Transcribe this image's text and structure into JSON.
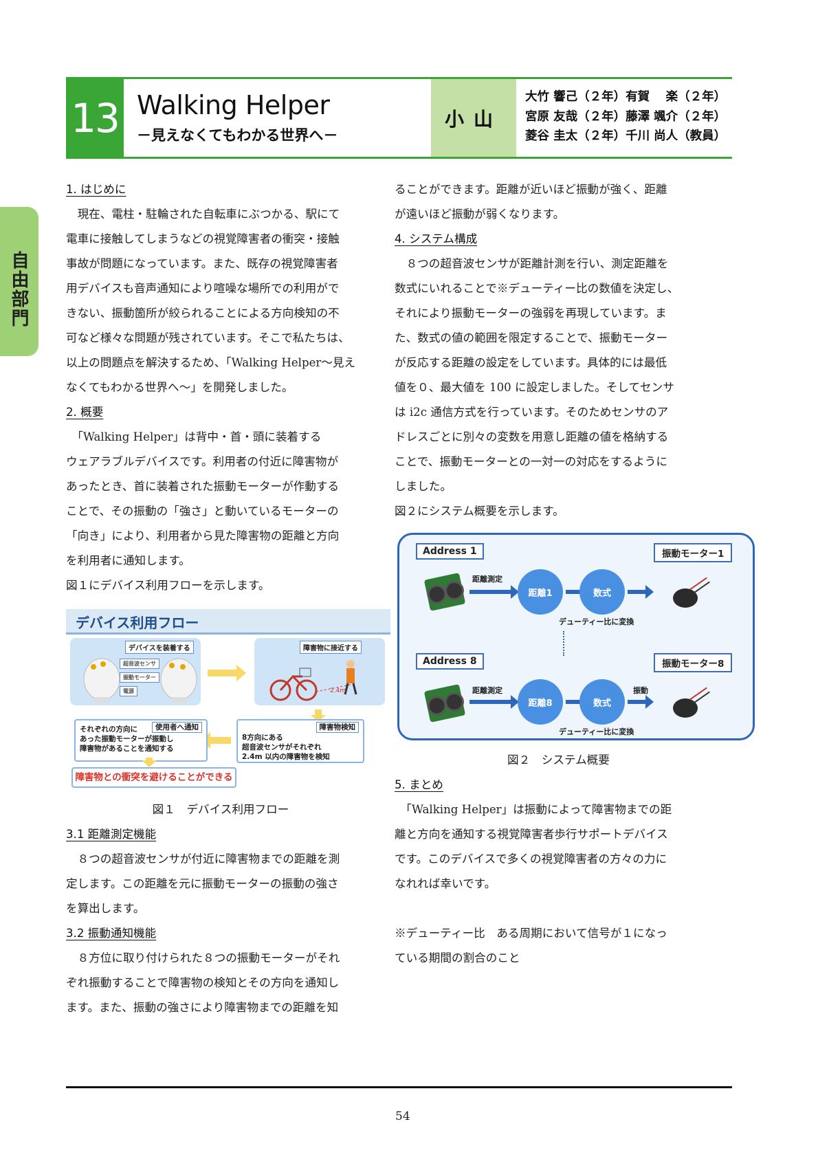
{
  "header": {
    "number": "13",
    "title": "Walking Helper",
    "subtitle": "－見えなくてもわかる世界へ－",
    "school": "小山",
    "authors": [
      "大竹 響己（２年）有賀　 楽（２年）",
      "宮原 友哉（２年）藤澤 颯介（２年）",
      "菱谷 圭太（２年）千川 尚人（教員）"
    ]
  },
  "side_tab": {
    "label": "自由部門"
  },
  "left_column": {
    "s1_heading": "1. はじめに",
    "s1_lines": [
      "　現在、電柱・駐輪された自転車にぶつかる、駅にて",
      "電車に接触してしまうなどの視覚障害者の衝突・接触",
      "事故が問題になっています。また、既存の視覚障害者",
      "用デバイスも音声通知により喧噪な場所での利用がで",
      "きない、振動箇所が絞られることによる方向検知の不",
      "可など様々な問題が残されています。そこで私たちは、",
      "以上の問題点を解決するため、「Walking Helper～見え",
      "なくてもわかる世界へ～」を開発しました。"
    ],
    "s2_heading": "2. 概要",
    "s2_lines": [
      "　「Walking Helper」は背中・首・頭に装着する",
      "ウェアラブルデバイスです。利用者の付近に障害物が",
      "あったとき、首に装着された振動モーターが作動する",
      "ことで、その振動の「強さ」と動いているモーターの",
      "「向き」により、利用者から見た障害物の距離と方向",
      "を利用者に通知します。",
      "図１にデバイス利用フローを示します。"
    ],
    "fig1_caption": "図１　デバイス利用フロー",
    "s31_heading": "3.1 距離測定機能",
    "s31_lines": [
      "　８つの超音波センサが付近に障害物までの距離を測",
      "定します。この距離を元に振動モーターの振動の強さ",
      "を算出します。"
    ],
    "s32_heading": "3.2 振動通知機能",
    "s32_lines": [
      "　８方位に取り付けられた８つの振動モーターがそれ",
      "ぞれ振動することで障害物の検知とその方向を通知し",
      "ます。また、振動の強さにより障害物までの距離を知"
    ]
  },
  "right_column": {
    "cont_lines": [
      "ることができます。距離が近いほど振動が強く、距離",
      "が遠いほど振動が弱くなります。"
    ],
    "s4_heading": "4. システム構成",
    "s4_lines": [
      "　８つの超音波センサが距離計測を行い、測定距離を",
      "数式にいれることで※デューティー比の数値を決定し、",
      "それにより振動モーターの強弱を再現しています。ま",
      "た、数式の値の範囲を限定することで、振動モーター",
      "が反応する距離の設定をしています。具体的には最低",
      "値を０、最大値を 100 に設定しました。そしてセンサ",
      "は i2c 通信方式を行っています。そのためセンサのア",
      "ドレスごとに別々の変数を用意し距離の値を格納する",
      "ことで、振動モーターとの一対一の対応をするように",
      "しました。",
      "図２にシステム概要を示します。"
    ],
    "fig2_caption": "図２　システム概要",
    "s5_heading": "5. まとめ",
    "s5_lines": [
      "　「Walking Helper」は振動によって障害物までの距",
      "離と方向を通知する視覚障害者歩行サポートデバイス",
      "です。このデバイスで多くの視覚障害者の方々の力に",
      "なれれば幸いです。"
    ],
    "note_lines": [
      "※デューティー比　ある周期において信号が１になっ",
      "ている期間の割合のこと"
    ]
  },
  "figure1": {
    "title": "デバイス利用フロー",
    "step1": "デバイスを装着する",
    "sensor_label": "超音波センサ",
    "motor_label": "振動モーター",
    "power_label": "電源",
    "step2": "障害物に接近する",
    "distance": "2.4m",
    "detect_title": "障害物検知",
    "detect_text": [
      "8方向にある",
      "超音波センサがそれぞれ",
      "2.4m 以内の障害物を検知"
    ],
    "notify_title": "使用者へ通知",
    "notify_text": [
      "それぞれの方向に",
      "あった振動モーターが振動し",
      "障害物があることを通知する"
    ],
    "result": "障害物との衝突を避けることができる"
  },
  "figure2": {
    "address1": "Address 1",
    "address8": "Address 8",
    "motor1": "振動モーター1",
    "motor8": "振動モーター8",
    "measure": "距離測定",
    "dist1": "距離1",
    "dist8": "距離8",
    "formula": "数式",
    "convert": "デューティー比に変換",
    "vibrate": "振動"
  },
  "footer": {
    "page_number": "54"
  },
  "colors": {
    "accent_green": "#3aa635",
    "light_green": "#c5e0a6",
    "fig2_blue": "#2e66b8"
  }
}
